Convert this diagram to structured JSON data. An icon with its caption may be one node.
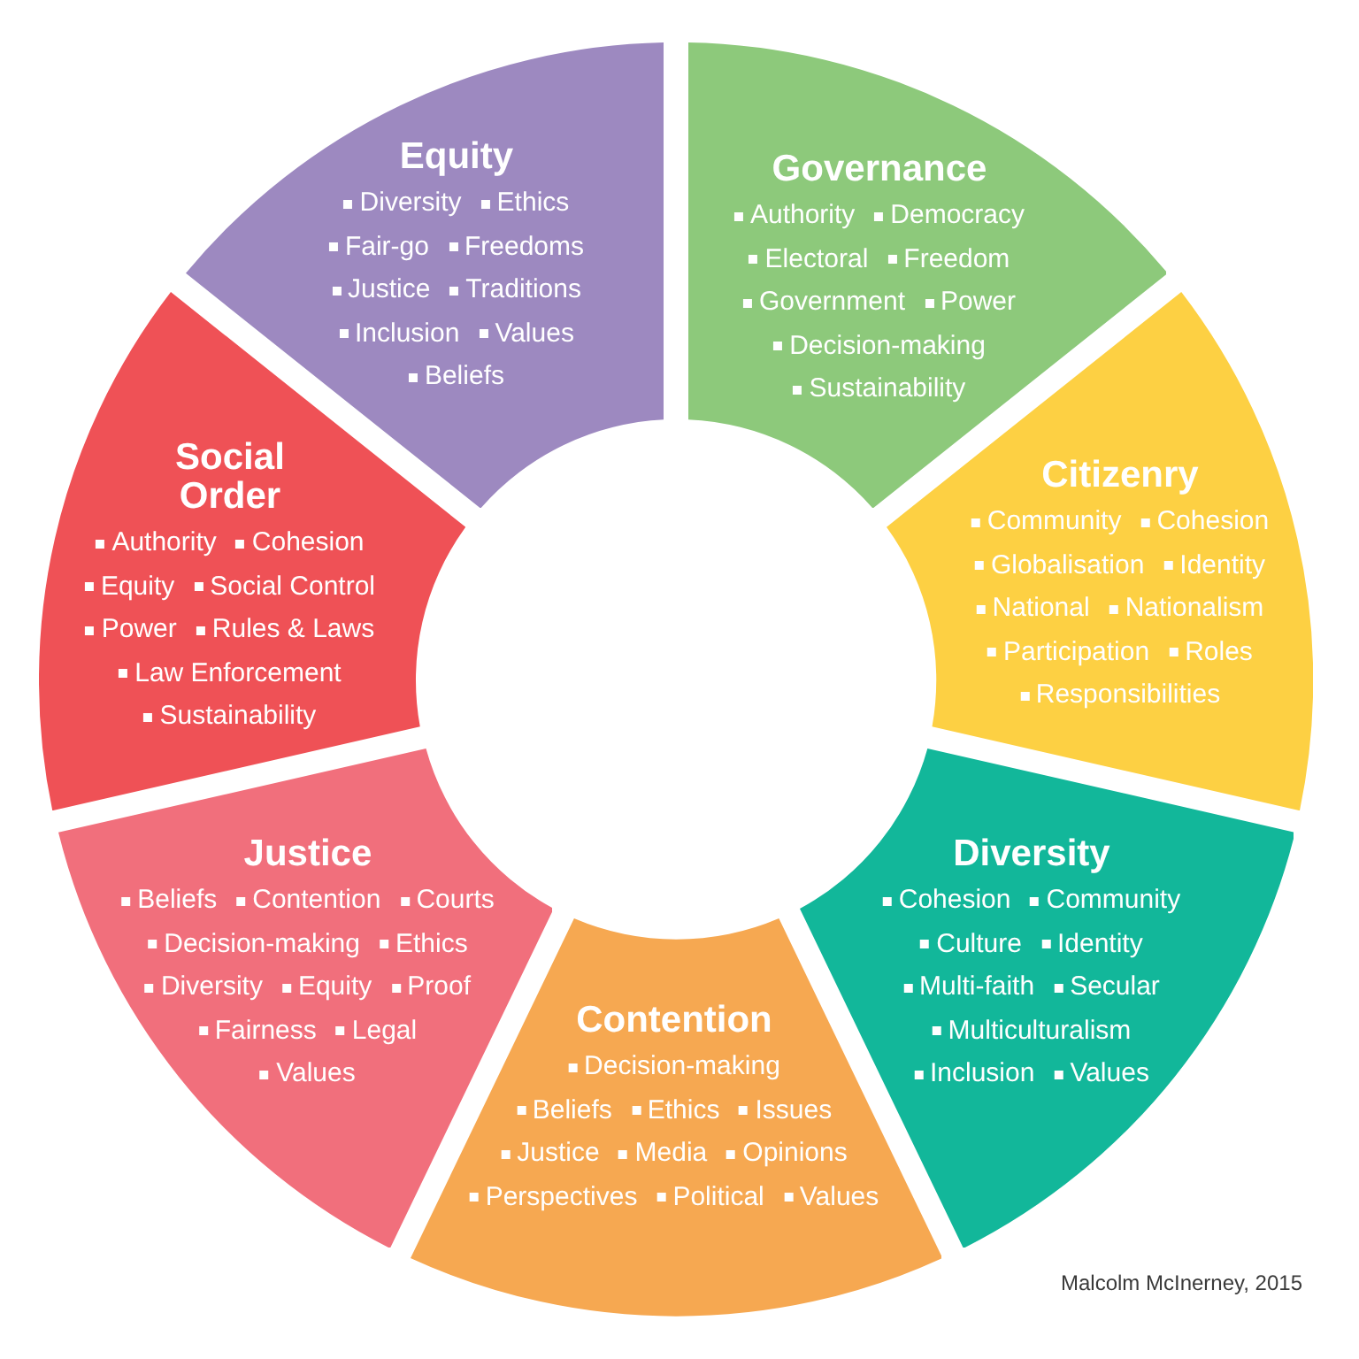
{
  "diagram": {
    "nodes": [
      {
        "text": [
          "Equity",
          "Diversity",
          "Ethics",
          "Fair-go",
          "Freedoms",
          "Justice",
          "Traditions",
          "Inclusion",
          "Values",
          "Beliefs"
        ]
      },
      {
        "text": [
          "Governance",
          "Authority",
          "Democracy",
          "Electoral",
          "Freedom",
          "Government",
          "Power",
          "Decision-making",
          "Sustainability"
        ]
      },
      {
        "text": [
          "Social Order",
          "Authority",
          "Cohesion",
          "Equity",
          "Social Control",
          "Power",
          "Rules & Laws",
          "Law Enforcement",
          "Sustainability"
        ]
      },
      {
        "text": [
          "Citizenry",
          "Community",
          "Cohesion",
          "Globalisation",
          "Identity",
          "National",
          "Nationalism",
          "Participation",
          "Roles",
          "Responsibilities"
        ]
      },
      {
        "text": [
          "Justice",
          "Beliefs",
          "Contention",
          "Courts",
          "Decision-making",
          "Ethics",
          "Diversity",
          "Equity",
          "Proof",
          "Fairness",
          "Legal",
          "Values"
        ]
      },
      {
        "text": [
          "Diversity",
          "Cohesion",
          "Community",
          "Culture",
          "Identity",
          "Multi-faith",
          "Secular",
          "Multiculturalism",
          "Inclusion",
          "Values"
        ]
      },
      {
        "text": [
          "Contention",
          "Decision-making",
          "Beliefs",
          "Ethics",
          "Issues",
          "Justice",
          "Media",
          "Opinions",
          "Perspectives",
          "Political",
          "Values"
        ]
      }
    ],
    "labels": [
      "Malcolm McInerney, 2015"
    ]
  }
}
